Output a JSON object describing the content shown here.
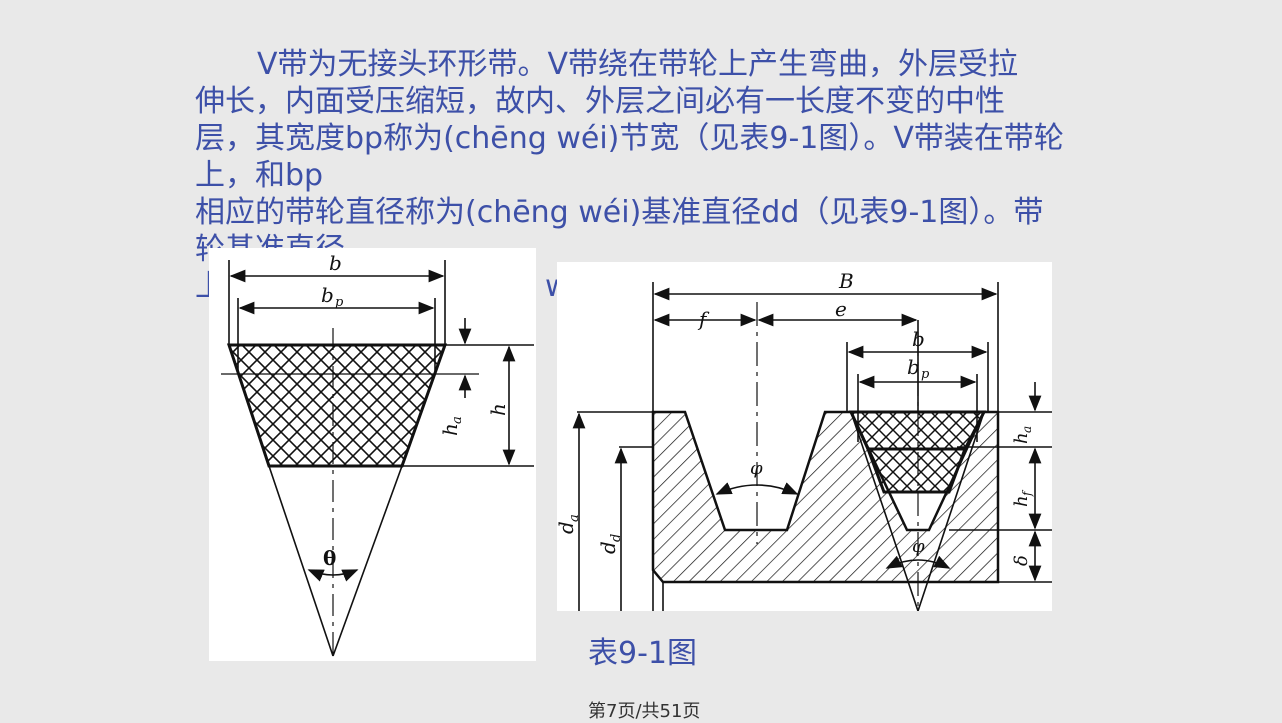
{
  "paragraph": {
    "lines": [
      "V带为无接头环形带。V带绕在带轮上产生弯曲，外层受拉",
      "伸长，内面受压缩短，故内、外层之间必有一长度不变的中性",
      "层，其宽度bp称为(chēng wéi)节宽（见表9-1图）。V带装在带轮",
      "上，和bp",
      "相应的带轮直径称为(chēng wéi)基准直径dd（见表9-1图）。带",
      "轮基准直径",
      "上",
      "w"
    ]
  },
  "figure_left": {
    "labels": {
      "b": "b",
      "bp": "b",
      "bp_sub": "p",
      "ha": "h",
      "ha_sub": "a",
      "h": "h",
      "theta": "θ"
    }
  },
  "figure_right": {
    "labels": {
      "B": "B",
      "f": "f",
      "e": "e",
      "b": "b",
      "bp": "b",
      "bp_sub": "p",
      "ha": "h",
      "ha_sub": "a",
      "hf": "h",
      "hf_sub": "f",
      "delta": "δ",
      "phi_groove": "φ",
      "phi": "φ",
      "da": "d",
      "da_sub": "a",
      "dd": "d",
      "dd_sub": "d"
    }
  },
  "caption": "表9-1图",
  "footer": "第7页/共51页"
}
